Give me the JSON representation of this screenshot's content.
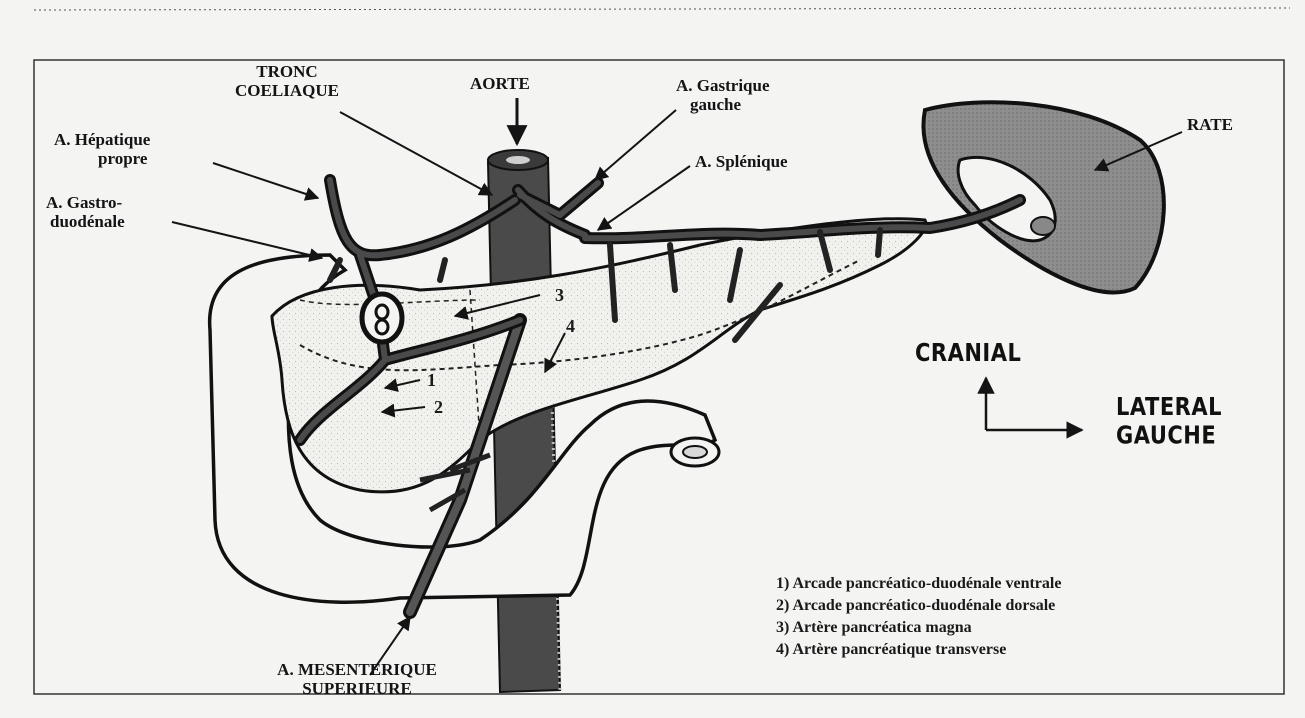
{
  "labels": {
    "tronc": [
      "TRONC",
      "COELIAQUE"
    ],
    "aorte": "AORTE",
    "gastrique_gauche": [
      "A. Gastrique",
      "gauche"
    ],
    "hepatique": [
      "A. Hépatique",
      "propre"
    ],
    "splenique": "A. Splénique",
    "gastroduodenale": [
      "A. Gastro-",
      "duodénale"
    ],
    "rate": "RATE",
    "mesenterique": [
      "A. MESENTERIQUE",
      "SUPERIEURE"
    ]
  },
  "orientation": {
    "cranial": "CRANIAL",
    "lateral": [
      "LATERAL",
      "GAUCHE"
    ]
  },
  "numbers": [
    "1",
    "2",
    "3",
    "4"
  ],
  "legend": [
    "1) Arcade pancréatico-duodénale ventrale",
    "2) Arcade pancréatico-duodénale dorsale",
    "3) Artère pancréatica magna",
    "4) Artère pancréatique transverse"
  ],
  "colors": {
    "paper": "#f4f4f2",
    "ink": "#141414",
    "vessel": "#2e2e2e",
    "aorta": "#4a4a4a",
    "spleen": "#8e8e8e",
    "pancreas": "#f1f1ee"
  }
}
